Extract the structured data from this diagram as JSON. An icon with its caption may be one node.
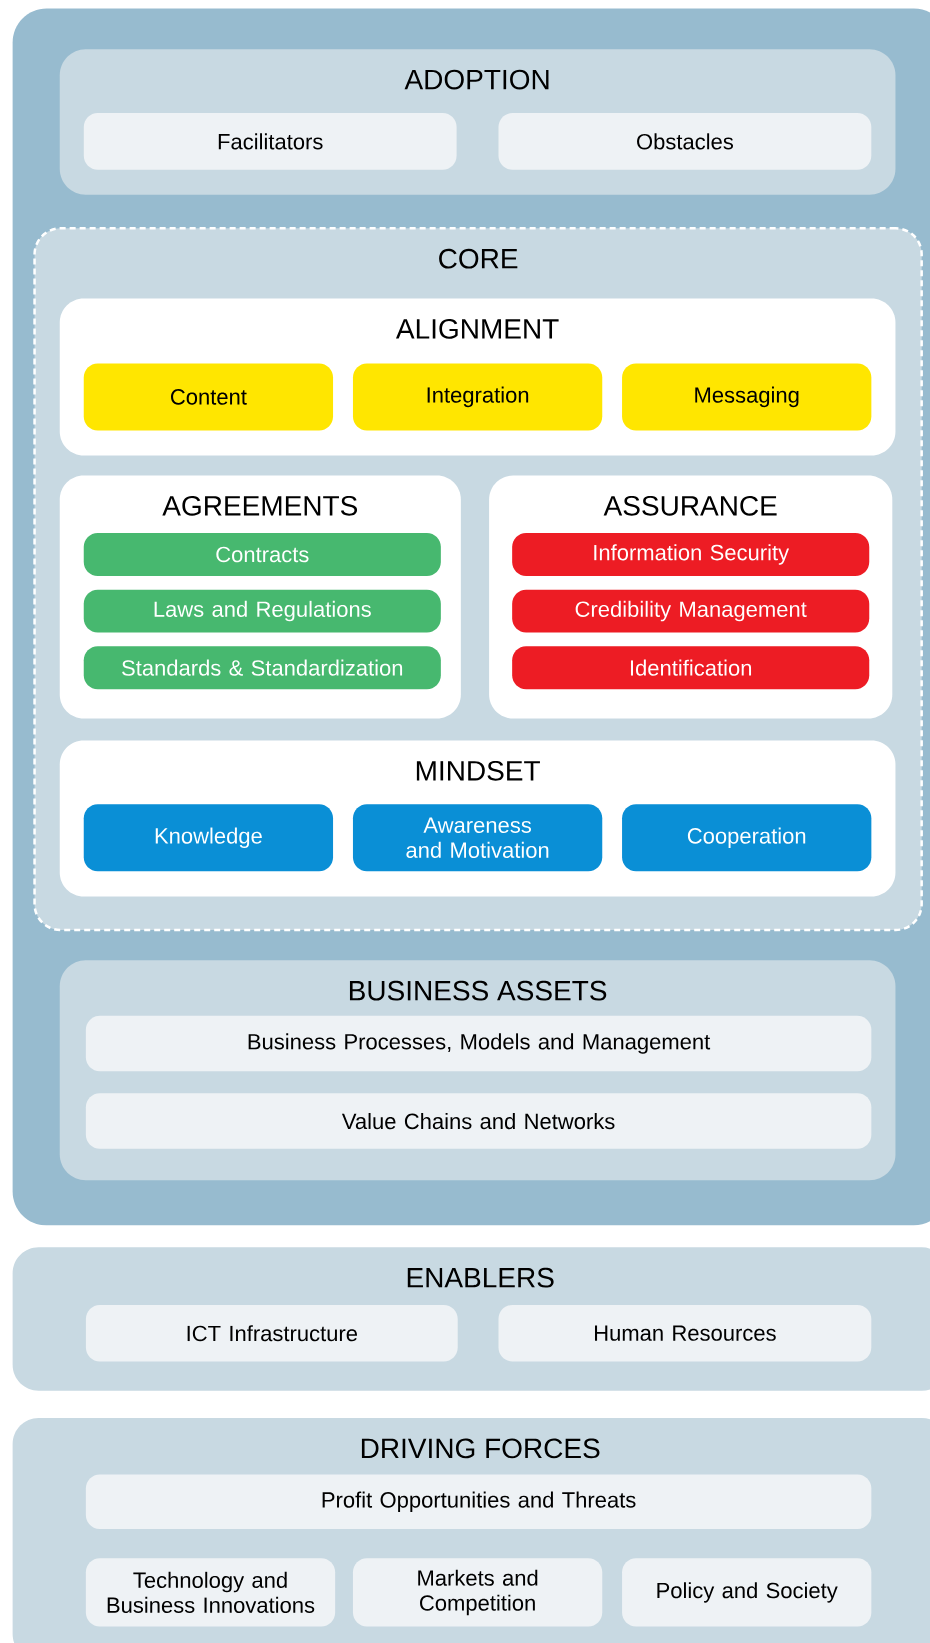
{
  "diagram": {
    "nodes": [
      {
        "text": [],
        "shape": "box"
      },
      {
        "text": [
          "ADOPTION"
        ],
        "in": 0
      },
      {
        "text": [
          "Facilitators"
        ],
        "in": 1
      },
      {
        "text": [
          "Obstacles"
        ],
        "in": 1
      },
      {
        "text": [
          "CORE"
        ],
        "in": 0
      },
      {
        "text": [
          "ALIGNMENT"
        ],
        "in": 4
      },
      {
        "text": [
          "Content"
        ],
        "in": 5
      },
      {
        "text": [
          "Integration"
        ],
        "in": 5
      },
      {
        "text": [
          "Messaging"
        ],
        "in": 5
      },
      {
        "text": [
          "AGREEMENTS"
        ],
        "in": 4
      },
      {
        "text": [
          "Contracts"
        ],
        "in": 9
      },
      {
        "text": [
          "Laws and Regulations"
        ],
        "in": 9
      },
      {
        "text": [
          "Standards & Standardization"
        ],
        "in": 9
      },
      {
        "text": [
          "ASSURANCE"
        ],
        "in": 4
      },
      {
        "text": [
          "Information Security"
        ],
        "in": 13
      },
      {
        "text": [
          "Credibility Management"
        ],
        "in": 13
      },
      {
        "text": [
          "Identification"
        ],
        "in": 13
      },
      {
        "text": [
          "MINDSET"
        ],
        "in": 4
      },
      {
        "text": [
          "Knowledge"
        ],
        "in": 17
      },
      {
        "text": [
          "Awareness and Motivation"
        ],
        "in": 17
      },
      {
        "text": [
          "Cooperation"
        ],
        "in": 17
      },
      {
        "text": [
          "BUSINESS ASSETS"
        ],
        "in": 0
      },
      {
        "text": [
          "Business Processes, Models and Management"
        ],
        "in": 21
      },
      {
        "text": [
          "Value Chains and Networks"
        ],
        "in": 21
      },
      {
        "text": [
          "ENABLERS"
        ]
      },
      {
        "text": [
          "ICT Infrastructure"
        ],
        "in": 24
      },
      {
        "text": [
          "Human Resources"
        ],
        "in": 24
      },
      {
        "text": [
          "DRIVING FORCES"
        ]
      },
      {
        "text": [
          "Profit Opportunities and Threats"
        ],
        "in": 27
      },
      {
        "text": [
          "Technology and Business Innovations"
        ],
        "in": 27
      },
      {
        "text": [
          "Markets and Competition"
        ],
        "in": 27
      },
      {
        "text": [
          "Policy and Society"
        ],
        "in": 27
      }
    ]
  }
}
